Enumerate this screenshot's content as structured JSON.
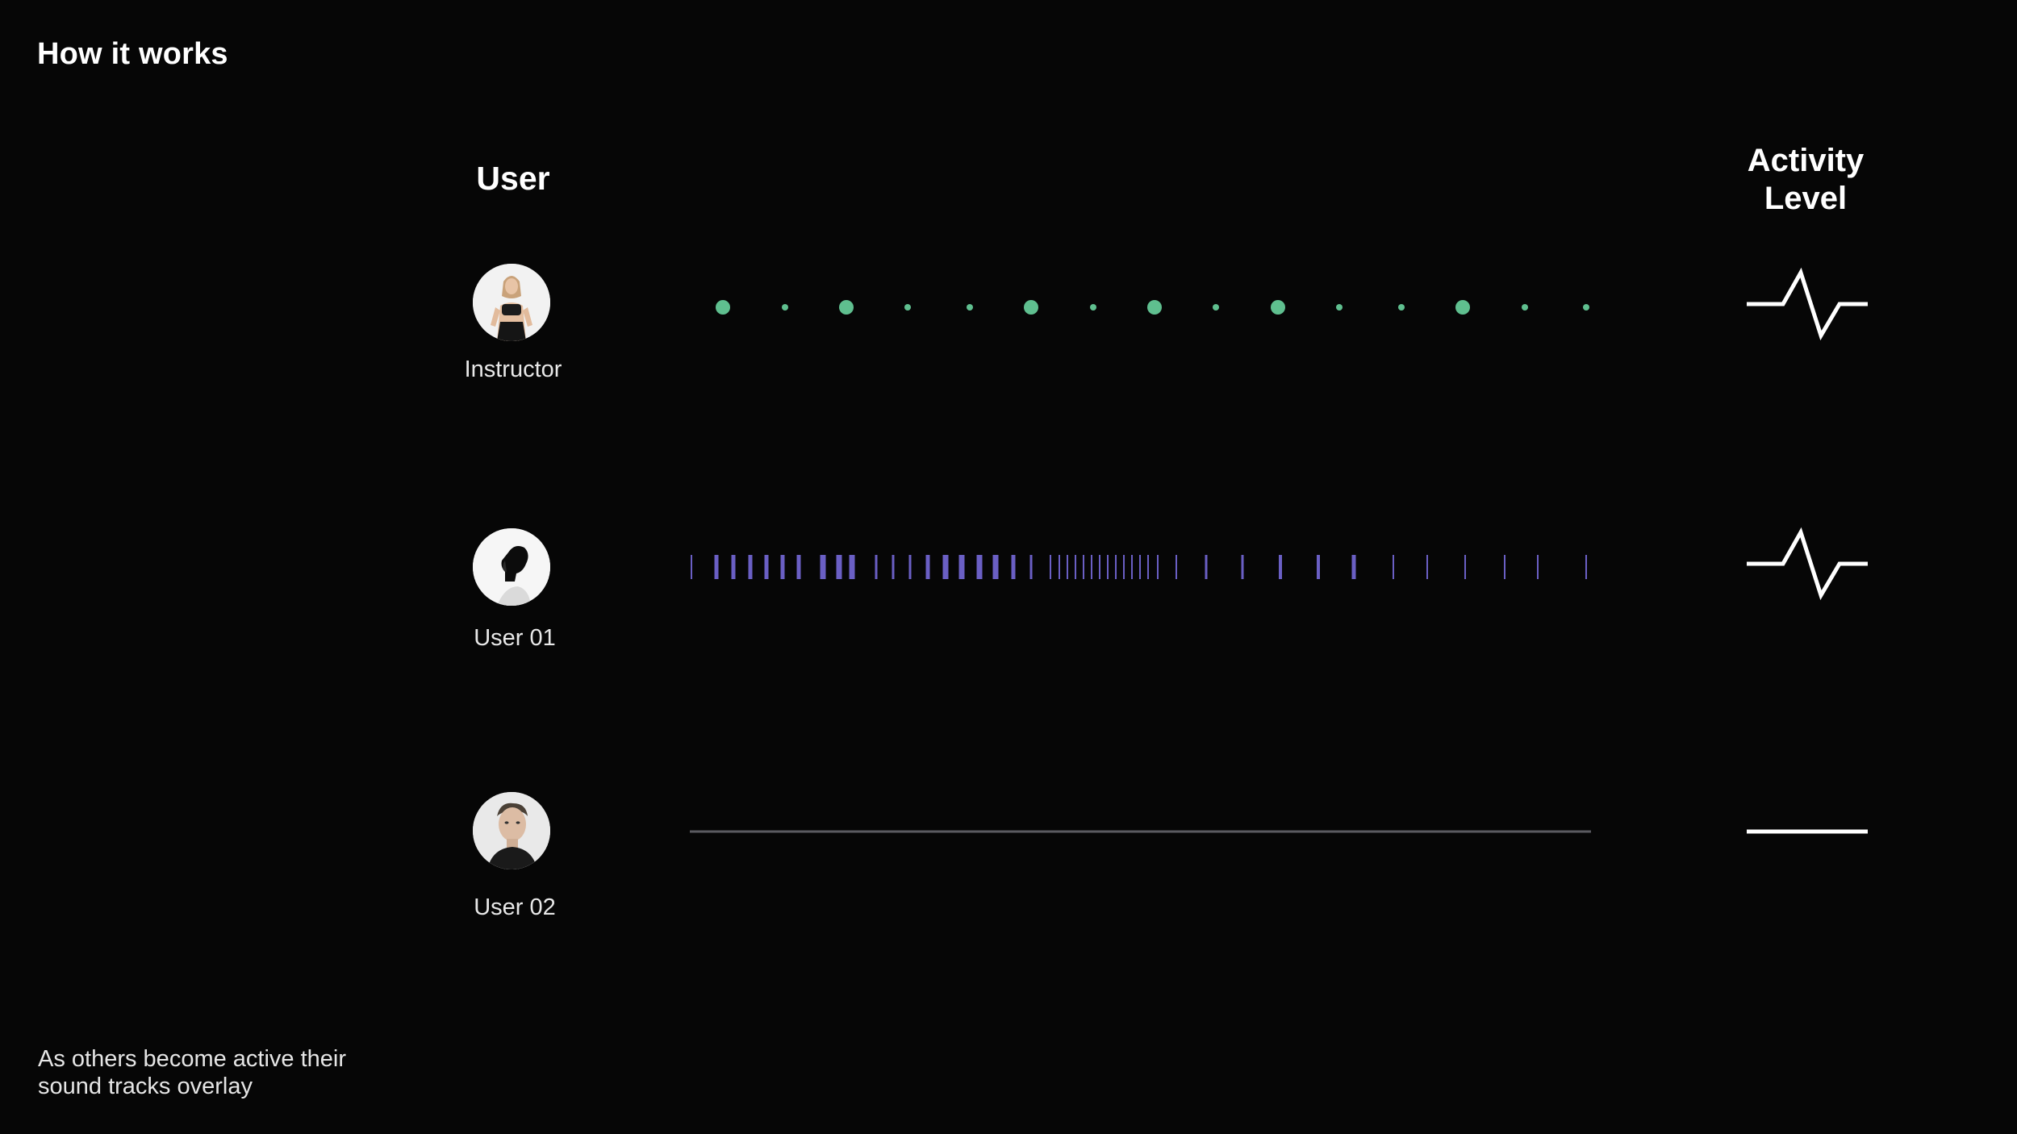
{
  "title": "How it works",
  "columns": {
    "user": "User",
    "activity_line1": "Activity",
    "activity_line2": "Level"
  },
  "users": [
    {
      "label": "Instructor",
      "avatar": "instructor-photo",
      "track_style": "dots",
      "activity": "pulse"
    },
    {
      "label": "User 01",
      "avatar": "profile-silhouette",
      "track_style": "bars",
      "activity": "pulse"
    },
    {
      "label": "User 02",
      "avatar": "young-man-photo",
      "track_style": "flat",
      "activity": "flat"
    }
  ],
  "colors": {
    "background": "#060606",
    "instructor_track": "#5fbf8f",
    "user01_track": "#6a5fc4",
    "user02_track": "#5a5a60",
    "activity_icon": "#ffffff"
  },
  "footnote": {
    "line1": "As others become active their",
    "line2": "sound tracks overlay"
  }
}
